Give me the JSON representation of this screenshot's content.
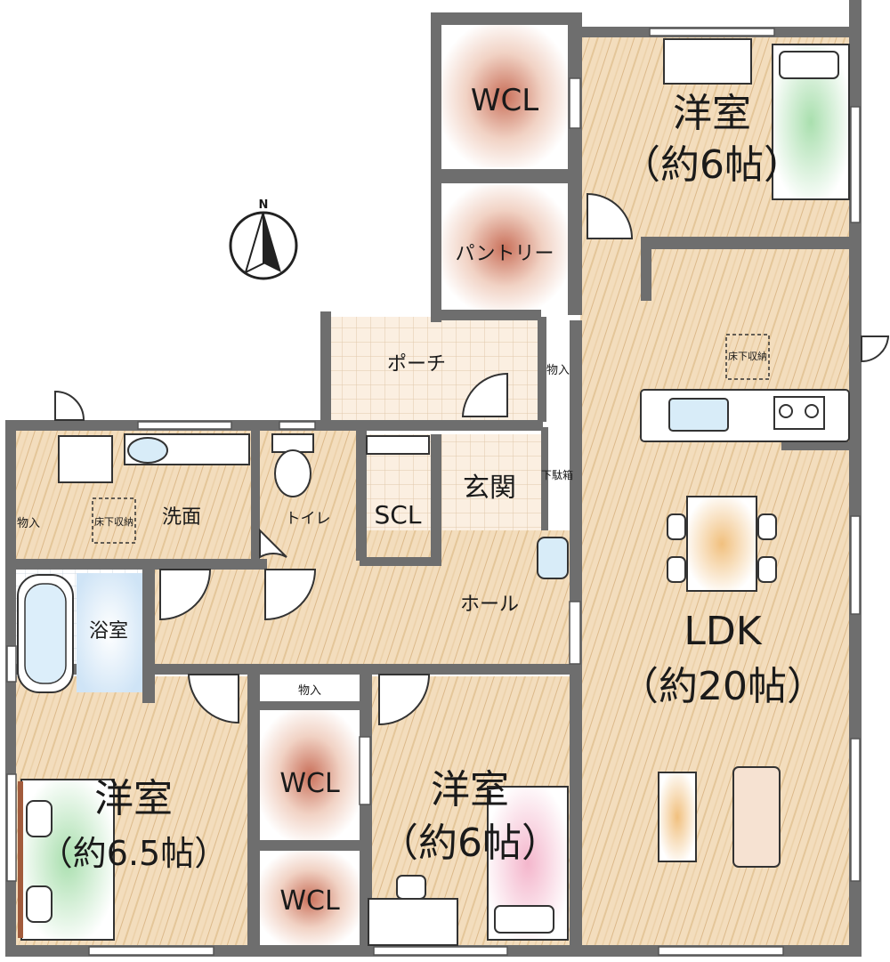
{
  "compass": {
    "north": "N"
  },
  "rooms": {
    "wcl_top": "WCL",
    "pantry": "パントリー",
    "bedroom_ne": {
      "name": "洋室",
      "size": "（約6帖）"
    },
    "porch": "ポーチ",
    "storage_porch": "物入",
    "underfloor_ldk": "床下収納",
    "washroom": "洗面",
    "underfloor_wash": "床下収納",
    "storage_wash": "物入",
    "toilet": "トイレ",
    "scl": "SCL",
    "entrance": "玄関",
    "shoe_box": "下駄箱",
    "hall": "ホール",
    "ldk": {
      "name": "LDK",
      "size": "（約20帖）"
    },
    "bath": "浴室",
    "storage_mid": "物入",
    "wcl_mid": "WCL",
    "wcl_low": "WCL",
    "bedroom_sw": {
      "name": "洋室",
      "size": "（約6.5帖）"
    },
    "bedroom_s": {
      "name": "洋室",
      "size": "（約6帖）"
    }
  }
}
